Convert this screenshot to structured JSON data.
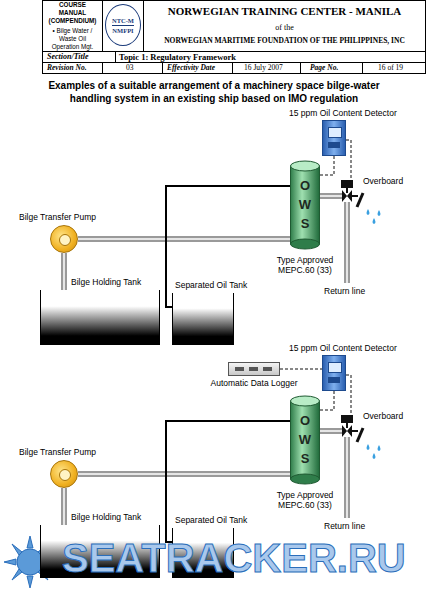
{
  "diagram": {
    "title": "Examples of a suitable arrangement of a machinery space bilge-water handling system in an existing ship based on IMO regulation",
    "nodes": [
      {
        "text": [
          "COURSE MANUAL (COMPENDIUM)",
          "• Bilge Water / Waste Oil Operation Mgt."
        ]
      },
      {
        "text": [
          "NTC-M",
          "NMFPI"
        ]
      },
      {
        "text": [
          "15 ppm Oil Content Detector"
        ]
      },
      {
        "text": [
          "O W S",
          "Type Approved MEPC.60 (33)"
        ]
      },
      {
        "text": [
          "Bilge Transfer Pump"
        ]
      },
      {
        "text": [
          "Bilge Holding Tank"
        ]
      },
      {
        "text": [
          "Separated Oil Tank"
        ]
      },
      {
        "text": [
          "15 ppm Oil Content Detector"
        ]
      },
      {
        "text": [
          "Automatic Data Logger"
        ]
      },
      {
        "text": [
          "O W S",
          "Type Approved MEPC.60 (33)"
        ]
      },
      {
        "text": [
          "Bilge Transfer Pump"
        ]
      },
      {
        "text": [
          "Bilge Holding Tank"
        ]
      },
      {
        "text": [
          "Separated Oil Tank"
        ]
      }
    ],
    "edges": [
      {
        "from": 5,
        "to": 4,
        "arrow": "none"
      },
      {
        "from": 4,
        "to": 3,
        "arrow": "none"
      },
      {
        "from": 3,
        "to": 6,
        "arrow": "none"
      },
      {
        "from": 3,
        "to": 2,
        "arrow": "none"
      },
      {
        "from": 11,
        "to": 10,
        "arrow": "none"
      },
      {
        "from": 10,
        "to": 9,
        "arrow": "none"
      },
      {
        "from": 9,
        "to": 12,
        "arrow": "none"
      },
      {
        "from": 9,
        "to": 7,
        "arrow": "none"
      },
      {
        "from": 8,
        "to": 7,
        "arrow": "none"
      }
    ],
    "labels": [
      "NORWEGIAN TRAINING CENTER - MANILA",
      "of the",
      "NORWEGIAN MARITIME FOUNDATION OF THE PHILIPPINES, INC",
      "Section/Title",
      "Topic 1: Regulatory Framework",
      "Revision No.",
      "03",
      "Effectivity Date",
      "16 July 2007",
      "Page No.",
      "16 of 19",
      "Overboard",
      "Return line",
      "Overboard",
      "Return line",
      "SEATRACKER.RU"
    ]
  }
}
